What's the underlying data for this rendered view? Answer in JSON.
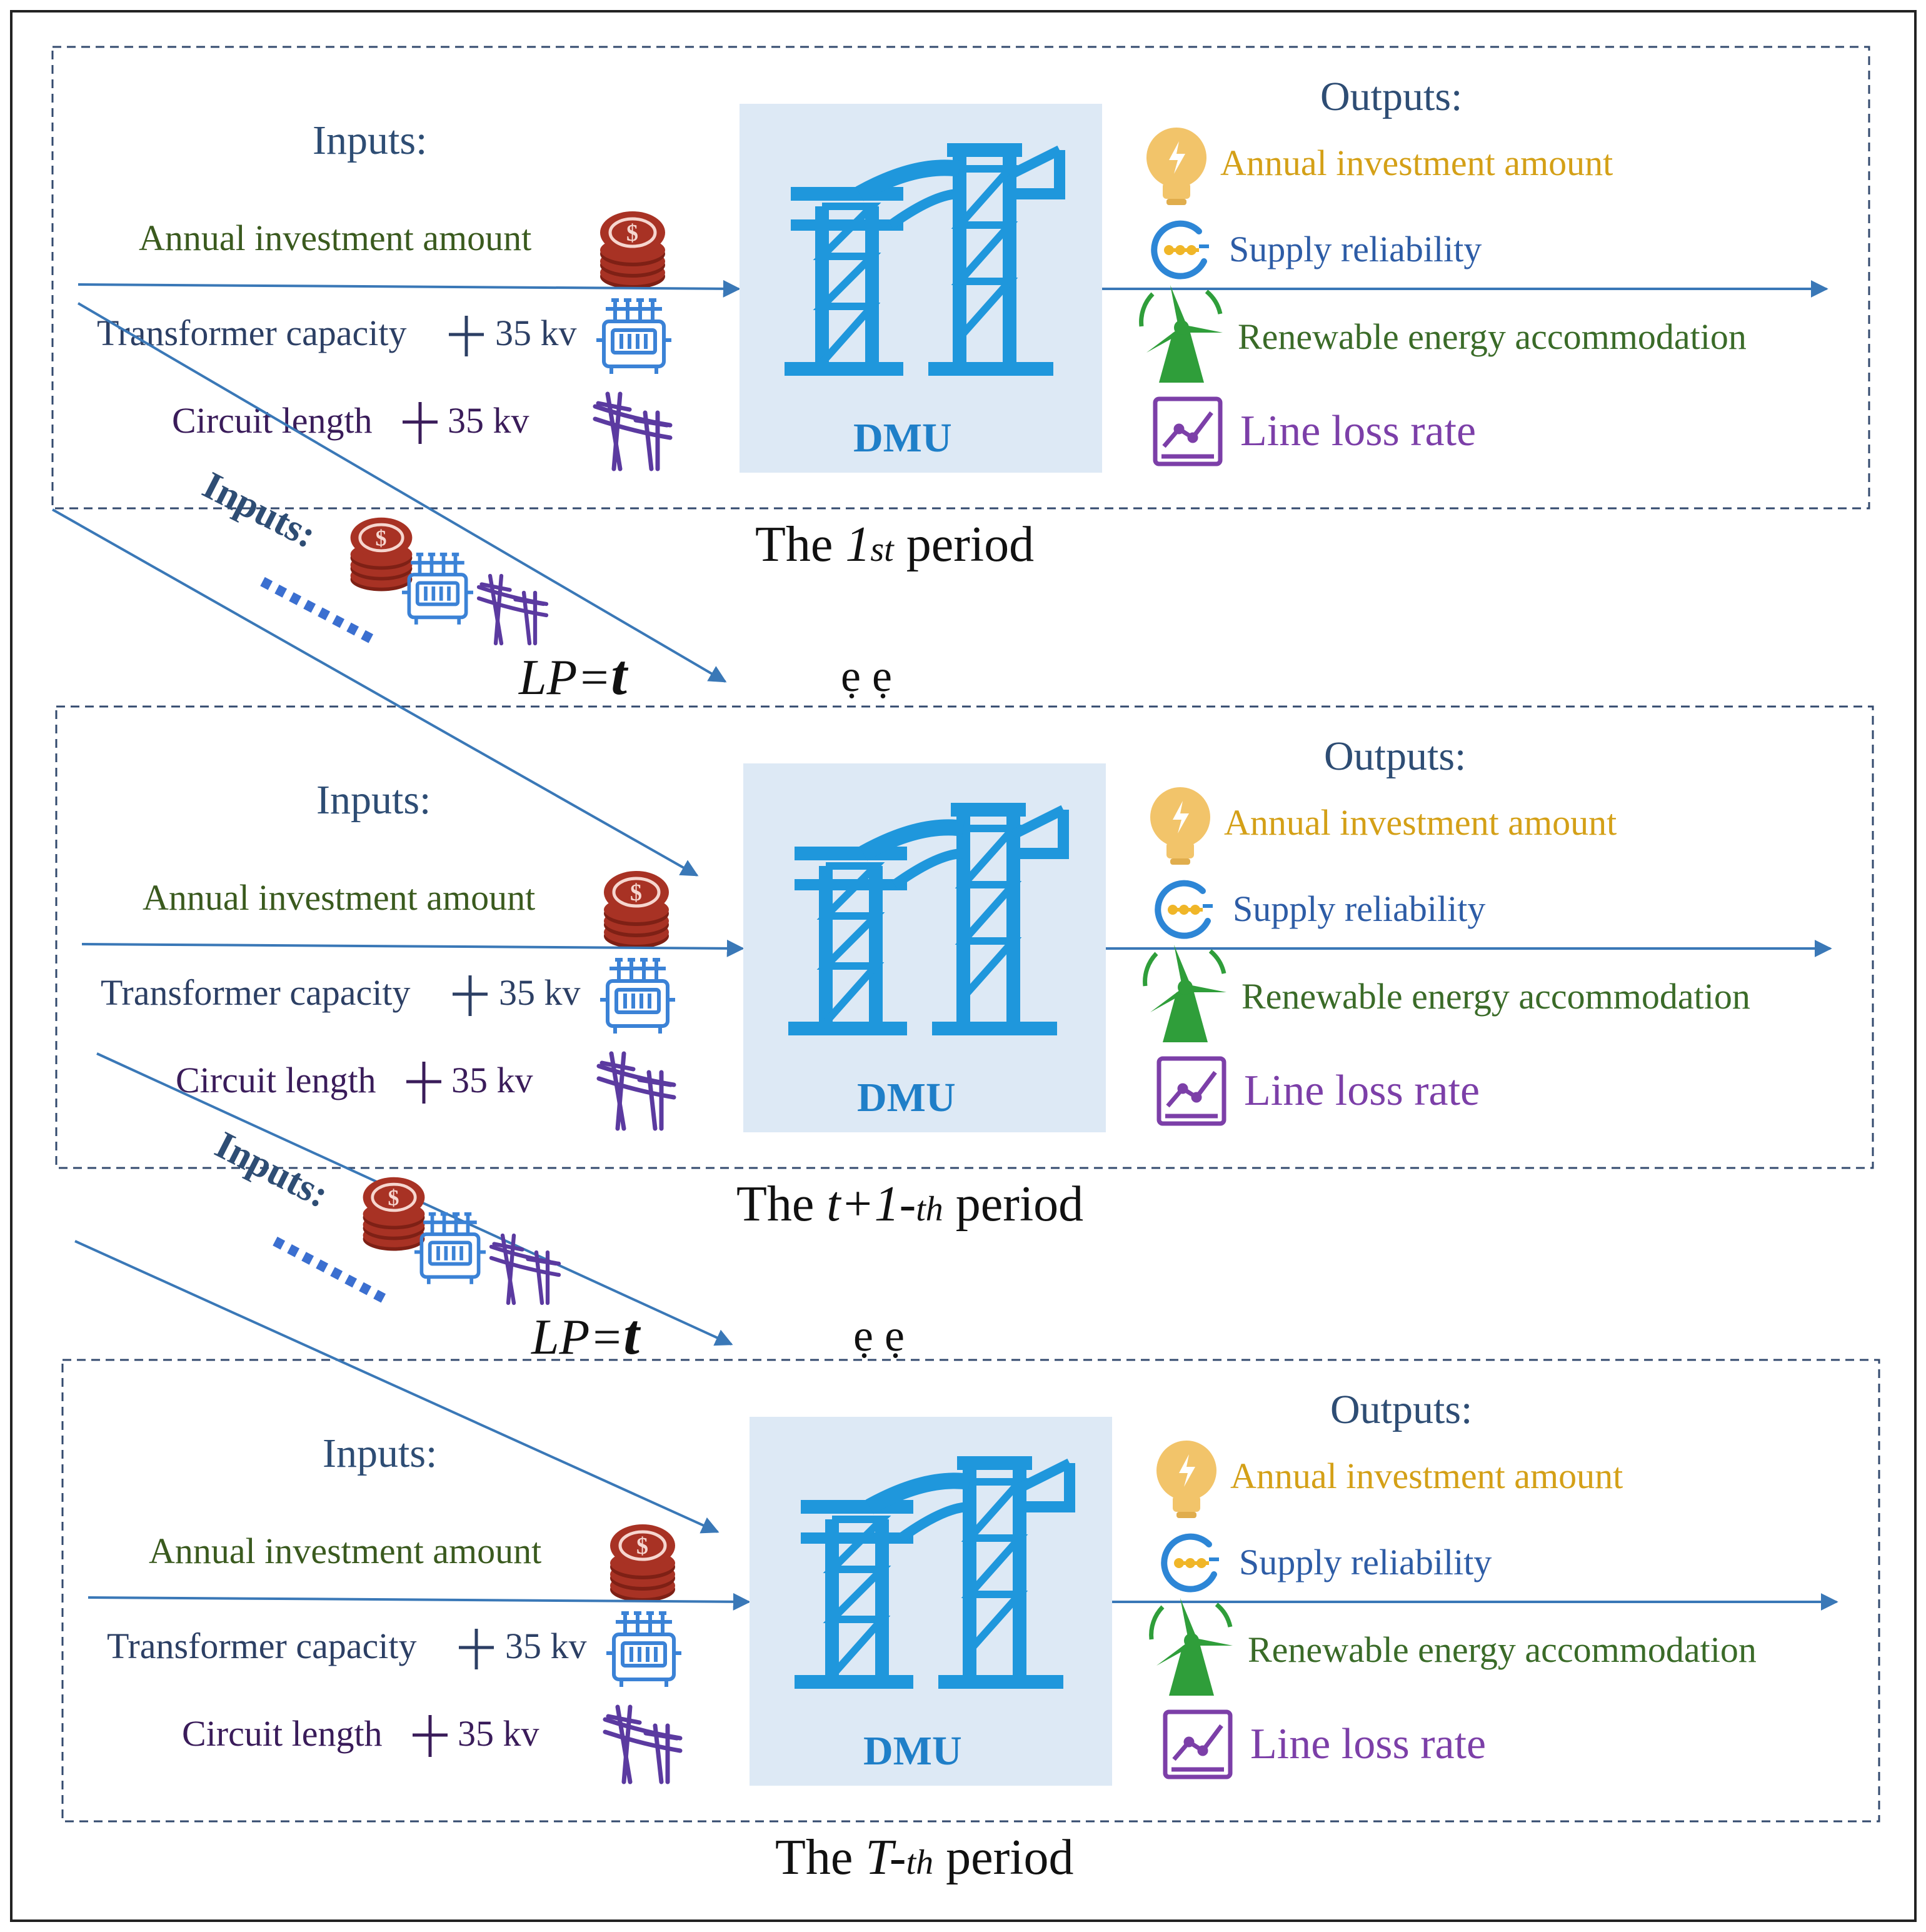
{
  "colors": {
    "arrow": "#3a78b7",
    "panel_border": "#334a6e",
    "dmu_bg": "#dde9f5",
    "tower": "#1f97dc",
    "dmu_label": "#1f7fc8",
    "inputs_heading": "#2e4d74",
    "outputs_heading": "#2e4d74",
    "annual_input": "#3a5a1e",
    "transformer_label": "#2c3f64",
    "circuit_label": "#3a1c5a",
    "annual_output": "#d4a017",
    "supply_reliability": "#2d5ca6",
    "renewable": "#3a6b28",
    "line_loss": "#7c3fa8",
    "coin": "#a83224",
    "transformer_icon": "#3b82d6",
    "pylon_icon": "#5b3aa0",
    "bulb": "#f2c46a",
    "wind": "#2f9e3a",
    "dots": "#3b6fd0",
    "period_label": "#111111"
  },
  "icons": {
    "coin": "coin-stack-icon",
    "transformer": "transformer-icon",
    "pylon": "power-line-icon",
    "tower": "transmission-tower-icon",
    "bulb": "light-bulb-icon",
    "reliability": "reliability-gauge-icon",
    "wind": "wind-turbine-icon",
    "chart": "line-chart-icon"
  },
  "periods": [
    {
      "inputs_heading": "Inputs:",
      "annual_input": "Annual investment amount",
      "transformer": "Transformer capacity",
      "circuit": "Circuit length",
      "voltage": "35 kv",
      "dmu": "DMU",
      "outputs_heading": "Outputs:",
      "outputs": [
        "Annual investment amount",
        "Supply reliability",
        "Renewable energy accommodation",
        "Line loss rate"
      ],
      "label_pre": "The ",
      "label_italic": "1",
      "label_sub": "st",
      "label_post": " period"
    },
    {
      "inputs_heading": "Inputs:",
      "annual_input": "Annual investment amount",
      "transformer": "Transformer capacity",
      "circuit": "Circuit length",
      "voltage": "35 kv",
      "dmu": "DMU",
      "outputs_heading": "Outputs:",
      "outputs": [
        "Annual investment amount",
        "Supply reliability",
        "Renewable energy accommodation",
        "Line loss rate"
      ],
      "label_pre": "The ",
      "label_italic": "t+1-",
      "label_sub": "th",
      "label_post": " period"
    },
    {
      "inputs_heading": "Inputs:",
      "annual_input": "Annual investment amount",
      "transformer": "Transformer capacity",
      "circuit": "Circuit length",
      "voltage": "35 kv",
      "dmu": "DMU",
      "outputs_heading": "Outputs:",
      "outputs": [
        "Annual investment amount",
        "Supply reliability",
        "Renewable energy accommodation",
        "Line loss rate"
      ],
      "label_pre": "The ",
      "label_italic": "T-",
      "label_sub": "th",
      "label_post": " period"
    }
  ],
  "transitions": [
    {
      "inputs_label": "Inputs:",
      "lp_label": "LP=",
      "lp_t": "t",
      "ellipsis": "ẹ  ẹ"
    },
    {
      "inputs_label": "Inputs:",
      "lp_label": "LP=",
      "lp_t": "t",
      "ellipsis": "ẹ  ẹ"
    }
  ]
}
